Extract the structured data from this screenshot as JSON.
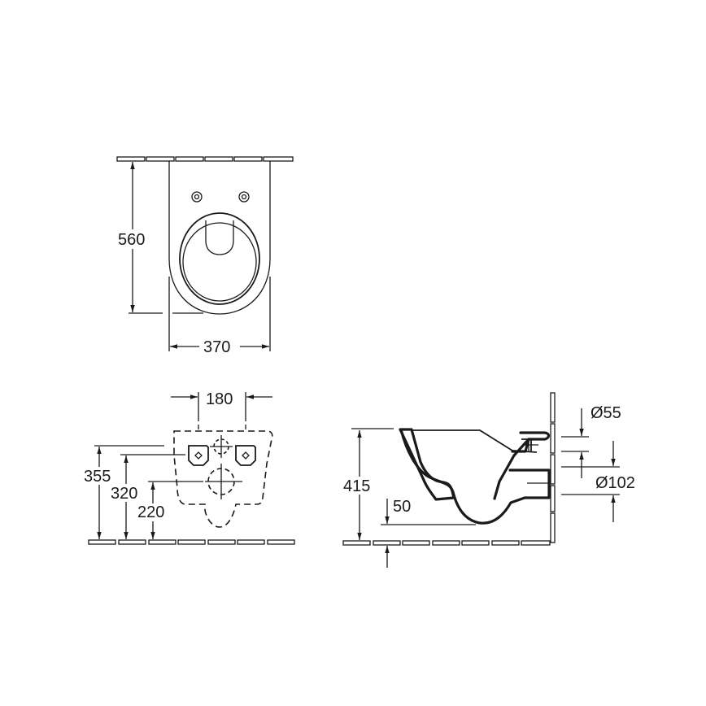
{
  "drawing": {
    "type": "technical dimension drawing - wall-hung toilet",
    "units": "mm",
    "top_view": {
      "depth_label": "560",
      "width_label": "370"
    },
    "front_view": {
      "fixing_spacing_label": "180",
      "height_labels": [
        "355",
        "320",
        "220"
      ]
    },
    "side_view": {
      "rim_height_label": "415",
      "offset_label": "50",
      "inlet_diameter_label": "Ø55",
      "outlet_diameter_label": "Ø102"
    }
  },
  "colors": {
    "line": "#1a1a1a",
    "background": "#ffffff"
  }
}
